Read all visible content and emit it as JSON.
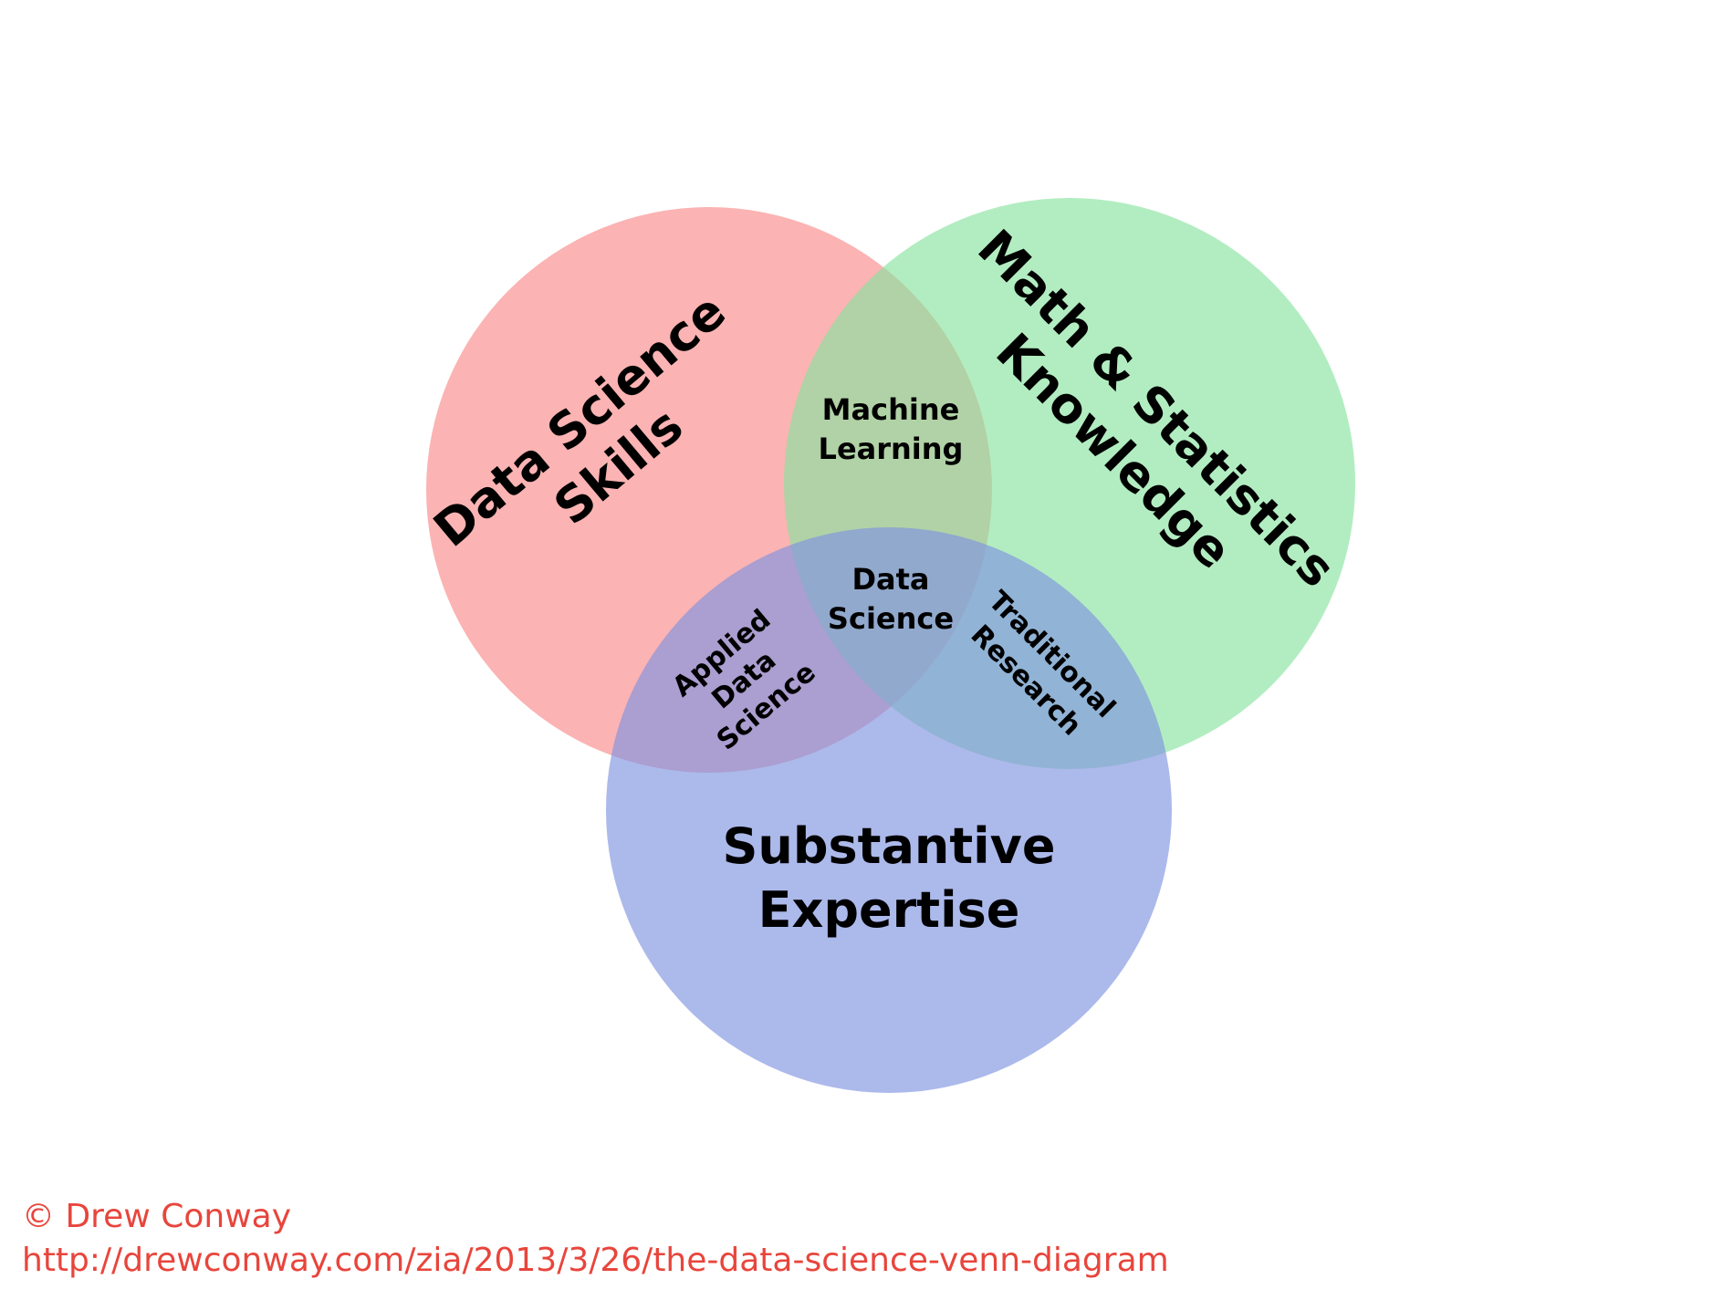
{
  "diagram": {
    "sets": [
      {
        "id": "data-science-skills",
        "label_lines": [
          "Data Science",
          "Skills"
        ],
        "color": "#f98a8a"
      },
      {
        "id": "math-statistics",
        "label_lines": [
          "Math & Statistics",
          "Knowledge"
        ],
        "color": "#89e3a0"
      },
      {
        "id": "substantive-expertise",
        "label_lines": [
          "Substantive",
          "Expertise"
        ],
        "color": "#7f94e0"
      }
    ],
    "intersections": {
      "machine_learning": [
        "Machine",
        "Learning"
      ],
      "applied_data_science": [
        "Applied",
        "Data",
        "Science"
      ],
      "traditional_research": [
        "Traditional",
        "Research"
      ],
      "data_science": [
        "Data",
        "Science"
      ]
    }
  },
  "credit": {
    "author": "© Drew Conway",
    "url": "http://drewconway.com/zia/2013/3/26/the-data-science-venn-diagram"
  },
  "colors": {
    "credit_text": "#e8453c",
    "label_text": "#000000",
    "background": "#ffffff"
  }
}
